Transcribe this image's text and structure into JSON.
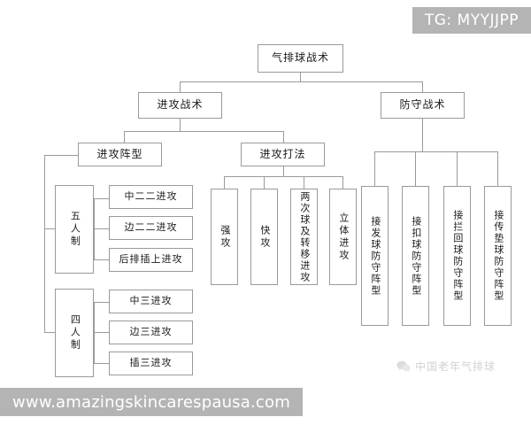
{
  "page": {
    "background": "#ffffff",
    "line_color": "#9a9a9a",
    "text_color": "#1a1a1a"
  },
  "watermarks": {
    "top_right": "TG: MYYJJPP",
    "bottom_left": "www.amazingskincarespausa.com",
    "bottom_right_account": "中国老年气排球",
    "bottom_right_icon": "wechat-icon",
    "band_color": "#b4b4b4"
  },
  "diagram": {
    "type": "tree",
    "root": {
      "label": "气排球战术"
    },
    "level1": [
      {
        "label": "进攻战术"
      },
      {
        "label": "防守战术"
      }
    ],
    "level2_offense": [
      {
        "label": "进攻阵型"
      },
      {
        "label": "进攻打法"
      }
    ],
    "formation_groups": [
      {
        "label": "五人制",
        "children": [
          {
            "label": "中二二进攻"
          },
          {
            "label": "边二二进攻"
          },
          {
            "label": "后排插上进攻"
          }
        ]
      },
      {
        "label": "四人制",
        "children": [
          {
            "label": "中三进攻"
          },
          {
            "label": "边三进攻"
          },
          {
            "label": "插三进攻"
          }
        ]
      }
    ],
    "attack_methods": [
      {
        "label": "强攻"
      },
      {
        "label": "快攻"
      },
      {
        "label": "两次球及转移进攻"
      },
      {
        "label": "立体进攻"
      }
    ],
    "defense_formations": [
      {
        "label": "接发球防守阵型"
      },
      {
        "label": "接扣球防守阵型"
      },
      {
        "label": "接拦回球防守阵型"
      },
      {
        "label": "接传垫球防守阵型"
      }
    ]
  }
}
